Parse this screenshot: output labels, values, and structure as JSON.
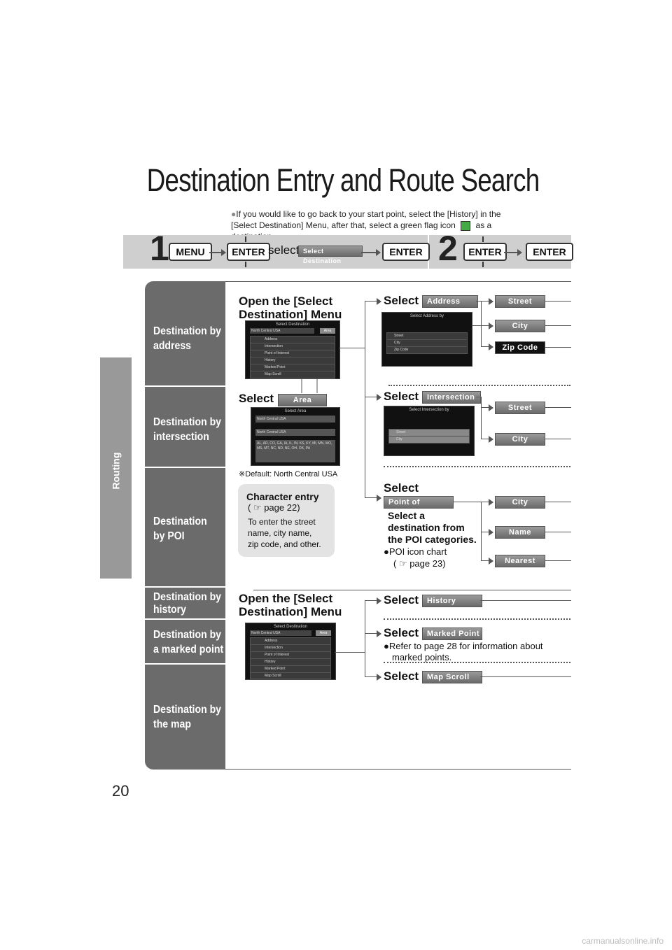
{
  "title": "Destination Entry and Route Search",
  "note": {
    "bullet": "●",
    "text_before": "If you would like to go back to your start point, select the [History] in the [Select Destination] Menu, after that, select a green flag icon",
    "text_after": "as a destination."
  },
  "steps": {
    "step1_num": "1",
    "step2_num": "2",
    "menu_key": "MENU",
    "enter_key": "ENTER",
    "select_word": "select",
    "select_destination_btn": "Select Destination"
  },
  "side_tab": "Routing",
  "categories": [
    "Destination by address",
    "Destination by intersection",
    "Destination by POI",
    "Destination by history",
    "Destination by a marked point",
    "Destination by the map"
  ],
  "category_lines": {
    "address": [
      "Destination by",
      "address"
    ],
    "intersection": [
      "Destination by",
      "intersection"
    ],
    "poi": [
      "Destination",
      "by POI"
    ],
    "history": [
      "Destination by",
      "history"
    ],
    "marked": [
      "Destination by",
      "a marked point"
    ],
    "map": [
      "Destination by",
      "the map"
    ]
  },
  "open_menu": [
    "Open the [Select",
    "Destination] Menu"
  ],
  "select_word": "Select",
  "buttons": {
    "area": "Area",
    "address": "Address",
    "intersection": "Intersection",
    "poi": "Point of Interest",
    "history": "History",
    "marked_point": "Marked Point",
    "map_scroll": "Map Scroll",
    "street": "Street",
    "city": "City",
    "zip_code": "Zip Code",
    "name": "Name",
    "nearest": "Nearest"
  },
  "screens": {
    "select_destination": {
      "header": "Select Destination",
      "region": "North Central USA",
      "area_btn": "Area",
      "items": [
        "Address",
        "Intersection",
        "Point of Interest",
        "History",
        "Marked Point",
        "Map Scroll"
      ]
    },
    "select_area": {
      "header": "Select Area",
      "row1": "North Central USA",
      "row2": "North Central USA",
      "states": "AL, AR, CO, GA, IA, IL, IN, KS, KY, MI, MN, MO, MS, MT, NC, ND, NE, OH, OK, PA"
    },
    "select_address": {
      "header": "Select Address by",
      "items": [
        "Street",
        "City",
        "Zip Code"
      ]
    },
    "select_intersection": {
      "header": "Select Intersection by",
      "items": [
        "Street",
        "City"
      ]
    }
  },
  "default_note": "※Default: North Central USA",
  "character_entry": {
    "title": "Character entry",
    "ref": "( ☞ page 22)",
    "body": [
      "To enter the street",
      "name, city name,",
      "zip code, and other."
    ]
  },
  "poi": {
    "desc": [
      "Select a",
      "destination from",
      "the POI categories."
    ],
    "bullet": "●POI icon chart",
    "ref": "( ☞ page 23)"
  },
  "marked_note": [
    "●Refer to page 28 for information about",
    "marked points."
  ],
  "page_number": "20",
  "watermark": "carmanualsonline.info"
}
